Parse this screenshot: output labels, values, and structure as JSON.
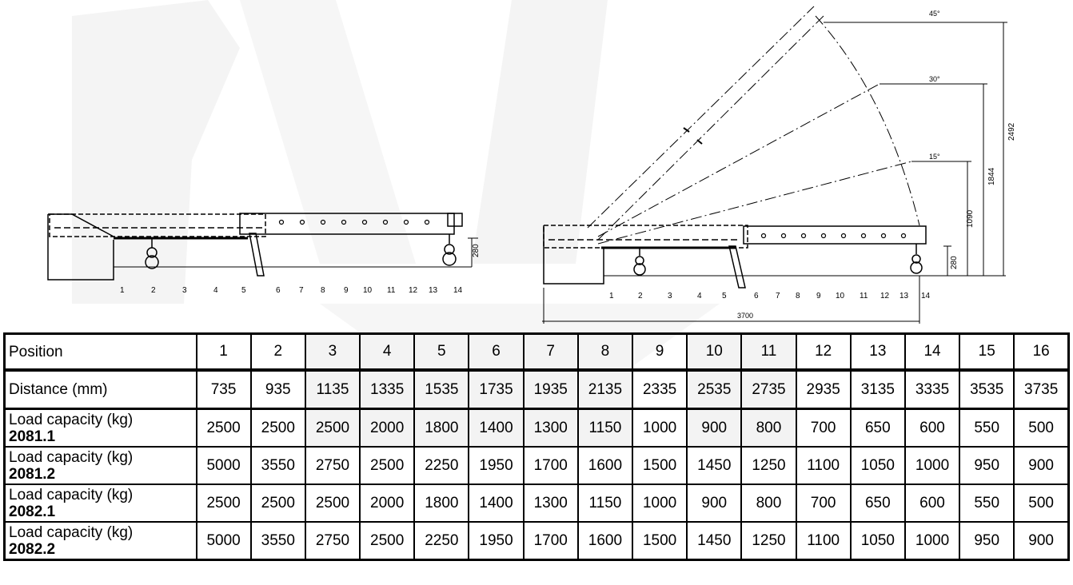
{
  "left_drawing": {
    "positions": [
      "1",
      "2",
      "3",
      "4",
      "5",
      "6",
      "7",
      "8",
      "9",
      "10",
      "11",
      "12",
      "13",
      "14"
    ],
    "height_label": "280"
  },
  "right_drawing": {
    "positions": [
      "1",
      "2",
      "3",
      "4",
      "5",
      "6",
      "7",
      "8",
      "9",
      "10",
      "11",
      "12",
      "13",
      "14"
    ],
    "angles": [
      "45°",
      "30°",
      "15°"
    ],
    "heights": [
      "2492",
      "1844",
      "1090",
      "280"
    ],
    "length_label": "3700"
  },
  "table": {
    "header_label": "Position",
    "positions": [
      "1",
      "2",
      "3",
      "4",
      "5",
      "6",
      "7",
      "8",
      "9",
      "10",
      "11",
      "12",
      "13",
      "14",
      "15",
      "16"
    ],
    "distance_label": "Distance (mm)",
    "distances": [
      "735",
      "935",
      "1135",
      "1335",
      "1535",
      "1735",
      "1935",
      "2135",
      "2335",
      "2535",
      "2735",
      "2935",
      "3135",
      "3335",
      "3535",
      "3735"
    ],
    "load_rows": [
      {
        "label": "Load capacity (kg)",
        "model": "2081.1",
        "values": [
          "2500",
          "2500",
          "2500",
          "2000",
          "1800",
          "1400",
          "1300",
          "1150",
          "1000",
          "900",
          "800",
          "700",
          "650",
          "600",
          "550",
          "500"
        ]
      },
      {
        "label": "Load capacity (kg)",
        "model": "2081.2",
        "values": [
          "5000",
          "3550",
          "2750",
          "2500",
          "2250",
          "1950",
          "1700",
          "1600",
          "1500",
          "1450",
          "1250",
          "1100",
          "1050",
          "1000",
          "950",
          "900"
        ]
      },
      {
        "label": "Load capacity (kg)",
        "model": "2082.1",
        "values": [
          "2500",
          "2500",
          "2500",
          "2000",
          "1800",
          "1400",
          "1300",
          "1150",
          "1000",
          "900",
          "800",
          "700",
          "650",
          "600",
          "550",
          "500"
        ]
      },
      {
        "label": "Load capacity (kg)",
        "model": "2082.2",
        "values": [
          "5000",
          "3550",
          "2750",
          "2500",
          "2250",
          "1950",
          "1700",
          "1600",
          "1500",
          "1450",
          "1250",
          "1100",
          "1050",
          "1000",
          "950",
          "900"
        ]
      }
    ]
  }
}
